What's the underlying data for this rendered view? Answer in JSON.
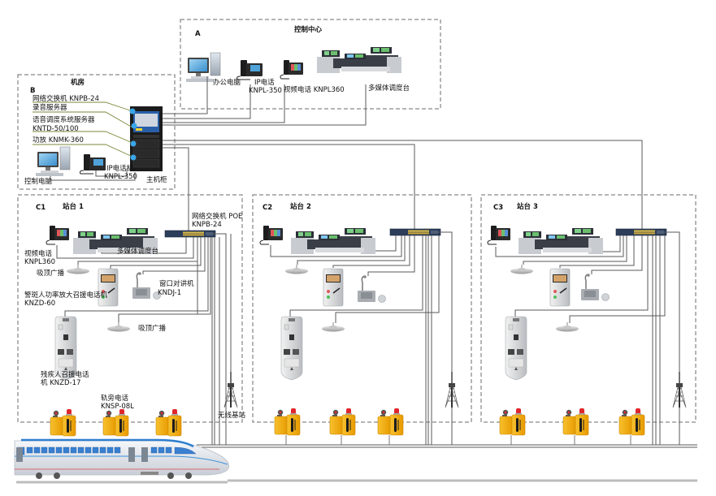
{
  "control_center": {
    "id": "A",
    "title": "控制中心",
    "devices": {
      "office_pc": "办公电脑",
      "ip_phone": [
        "IP电话",
        "KNPL-350"
      ],
      "video_phone": "视频电话 KNPL360",
      "dispatch_console": "多媒体调度台"
    }
  },
  "machine_room": {
    "id": "B",
    "title": "机房",
    "items": [
      "网络交换机 KNPB-24",
      "录音服务器",
      "语音调度系统服务器",
      "KNTD-50/100",
      "功放 KNMK-360"
    ],
    "control_pc": "控制电脑",
    "ip_phone": [
      "IP电话机",
      "KNPL-350"
    ],
    "cabinet": "主机柜"
  },
  "stations": [
    {
      "id": "C1",
      "title": "站台 1",
      "switch": [
        "网络交换机 POE",
        "KNPB-24"
      ],
      "video_phone": [
        "视频电话",
        "KNPL360"
      ],
      "dispatch_console": "多媒体调度台",
      "ceiling_speaker_1": "吸顶广播",
      "help_phone": [
        "警斑人功率放大召援电话机",
        "KNZD-60"
      ],
      "window_intercom": [
        "窗口对讲机",
        "KNDJ-1"
      ],
      "ceiling_speaker_2": "吸顶广播",
      "disabled_phone": [
        "残疾人召援电话",
        "机 KNZD-17"
      ],
      "track_phone": [
        "轨旁电话",
        "KNSP-08L"
      ],
      "base_station": "无线基站"
    },
    {
      "id": "C2",
      "title": "站台 2"
    },
    {
      "id": "C3",
      "title": "站台 3"
    }
  ],
  "colors": {
    "line": "#5a5a5a",
    "dash": "#6b6b6b",
    "led_blue": "#3aa6e8",
    "leader_green": "#7a8a3a",
    "phone_yellow": "#f2a900",
    "beacon_red": "#e0262b",
    "train_blue": "#2f7fd0"
  }
}
